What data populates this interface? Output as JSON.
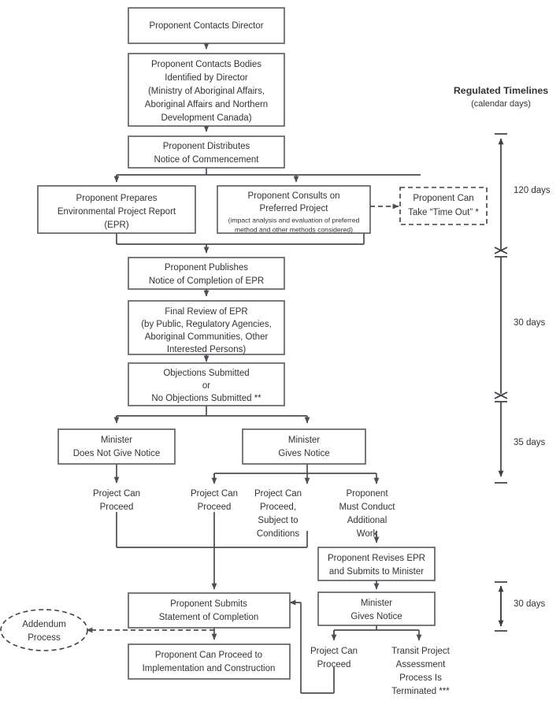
{
  "diagram": {
    "title": "Transit Project Assessment Process Flowchart",
    "accent_color": "#2f3437",
    "box_stroke_color": "#555a5f",
    "connector_color": "#4a4f54"
  },
  "timeline": {
    "heading": "Regulated Timelines",
    "subheading": "(calendar days)",
    "segments": [
      {
        "label": "120 days"
      },
      {
        "label": "30 days"
      },
      {
        "label": "35 days"
      },
      {
        "label": "30 days"
      }
    ]
  },
  "nodes": {
    "contacts_director": {
      "lines": [
        "Proponent Contacts Director"
      ]
    },
    "contacts_bodies": {
      "lines": [
        "Proponent Contacts Bodies",
        "Identified by Director",
        "(Ministry of Aboriginal Affairs,",
        "Aboriginal Affairs and Northern",
        "Development Canada)"
      ]
    },
    "distributes_notice": {
      "lines": [
        "Proponent Distributes",
        "Notice of Commencement"
      ]
    },
    "prepares_epr": {
      "lines": [
        "Proponent Prepares",
        "Environmental Project Report",
        "(EPR)"
      ]
    },
    "consults_preferred": {
      "lines": [
        "Proponent Consults on",
        "Preferred Project"
      ],
      "small_lines": [
        "(impact analysis and evaluation of preferred",
        "method and other methods considered)"
      ]
    },
    "time_out": {
      "lines": [
        "Proponent Can",
        "Take “Time Out” *"
      ]
    },
    "publishes_notice": {
      "lines": [
        "Proponent Publishes",
        "Notice of Completion of EPR"
      ]
    },
    "final_review": {
      "lines": [
        "Final Review of EPR",
        "(by Public, Regulatory Agencies,",
        "Aboriginal Communities, Other",
        "Interested Persons)"
      ]
    },
    "objections": {
      "lines": [
        "Objections Submitted",
        "or",
        "No Objections Submitted **"
      ]
    },
    "minister_no_notice": {
      "lines": [
        "Minister",
        "Does Not Give Notice"
      ]
    },
    "minister_gives_notice": {
      "lines": [
        "Minister",
        "Gives Notice"
      ]
    },
    "proceed_left": {
      "lines": [
        "Project Can",
        "Proceed"
      ]
    },
    "proceed_mid": {
      "lines": [
        "Project Can",
        "Proceed"
      ]
    },
    "proceed_conditions": {
      "lines": [
        "Project Can",
        "Proceed,",
        "Subject to",
        "Conditions"
      ]
    },
    "additional_work": {
      "lines": [
        "Proponent",
        "Must Conduct",
        "Additional",
        "Work"
      ]
    },
    "revises_epr": {
      "lines": [
        "Proponent Revises EPR",
        "and Submits to Minister"
      ]
    },
    "minister_gives_notice_2": {
      "lines": [
        "Minister",
        "Gives Notice"
      ]
    },
    "proceed_bottom": {
      "lines": [
        "Project Can",
        "Proceed"
      ]
    },
    "terminated": {
      "lines": [
        "Transit Project",
        "Assessment",
        "Process Is",
        "Terminated ***"
      ]
    },
    "statement_completion": {
      "lines": [
        "Proponent Submits",
        "Statement of Completion"
      ]
    },
    "addendum": {
      "lines": [
        "Addendum",
        "Process"
      ]
    },
    "implementation": {
      "lines": [
        "Proponent Can Proceed to",
        "Implementation and Construction"
      ]
    }
  }
}
